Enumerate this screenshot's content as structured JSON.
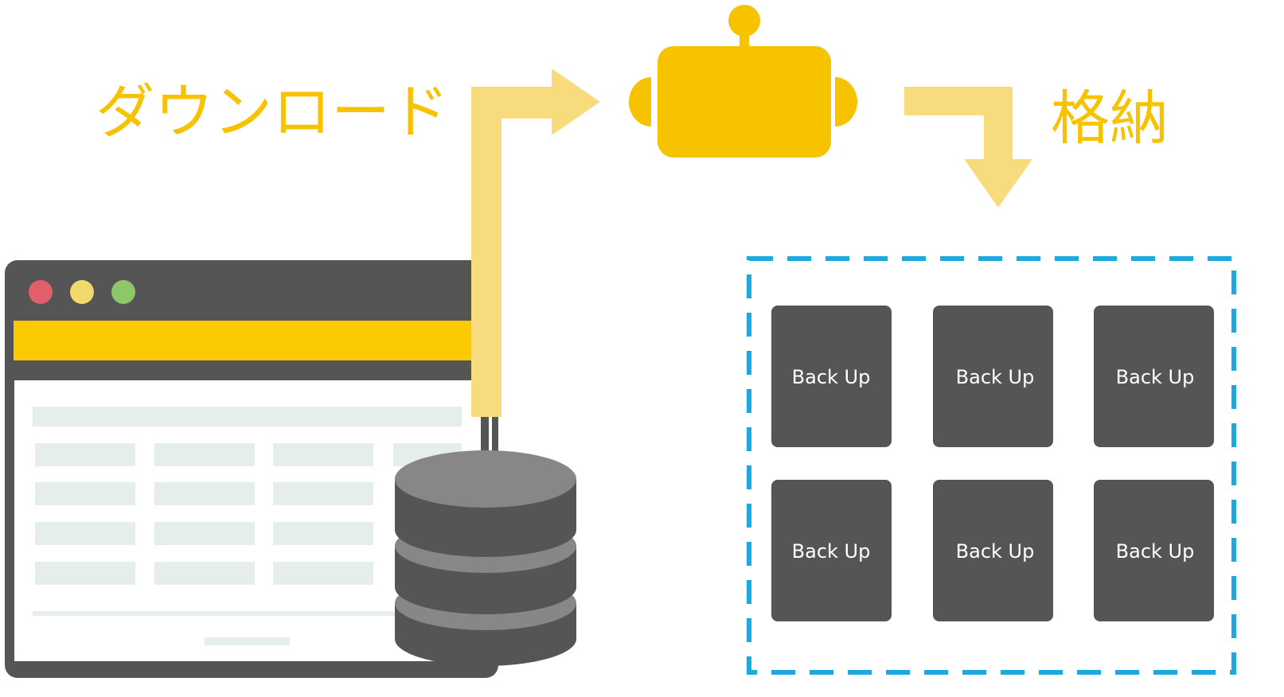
{
  "labels": {
    "download": "ダウンロード",
    "store": "格納"
  },
  "backup_grid": {
    "items": [
      "Back Up",
      "Back Up",
      "Back Up",
      "Back Up",
      "Back Up",
      "Back Up"
    ]
  },
  "colors": {
    "robot_yellow": "#f7c200",
    "arrow_light_yellow": "#f8db7d",
    "dark_gray": "#555555",
    "db_light_gray": "#878787",
    "browser_bar_yellow": "#fbc900",
    "table_cell": "#e5eeeb",
    "dashed_border_blue": "#1ea8e0",
    "traffic_red": "#e35e6d",
    "traffic_yellow": "#f1d96e",
    "traffic_green": "#8ec76a"
  }
}
